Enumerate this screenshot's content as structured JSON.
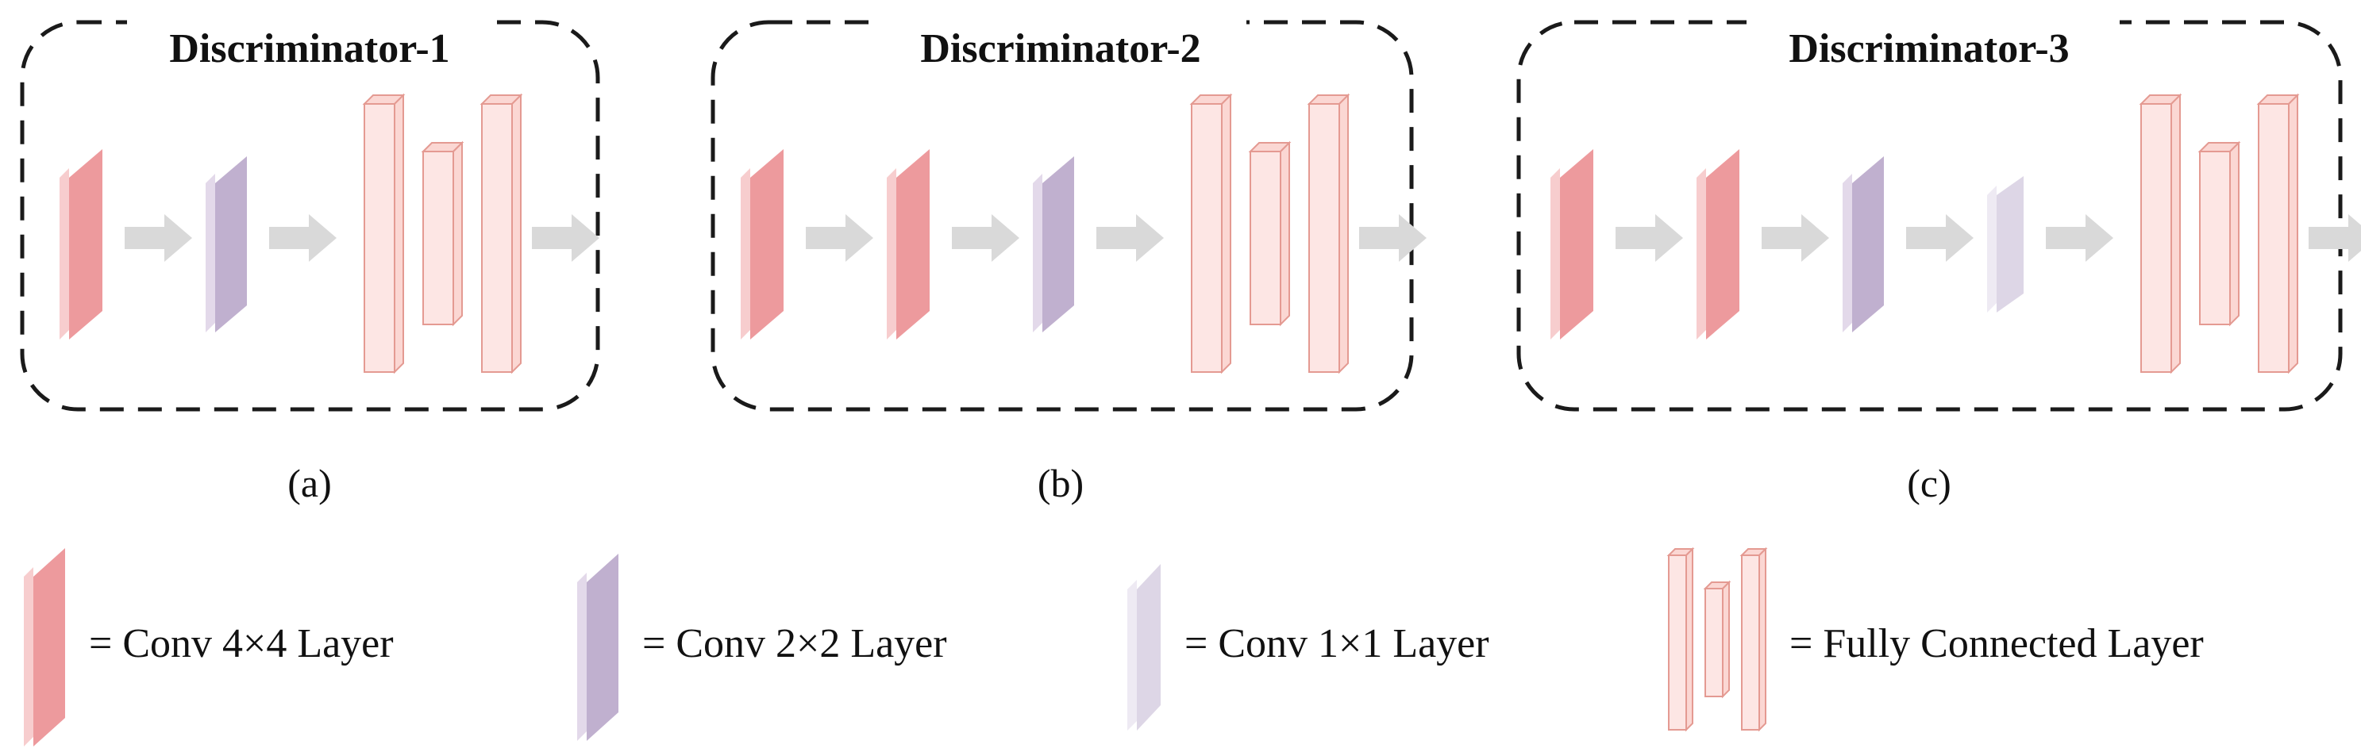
{
  "colors": {
    "conv4_front": "#ed9a9d",
    "conv4_side": "#f7cdce",
    "conv2_front": "#c0b0cf",
    "conv2_side": "#e3d9ea",
    "conv1_front": "#ddd6e6",
    "conv1_side": "#eeeaf3",
    "fc_fill": "#fde6e4",
    "fc_side": "#fbd7d3",
    "fc_stroke": "#e49a92",
    "arrow": "#d9d9d9",
    "border": "#1a1a1a"
  },
  "panels": [
    {
      "title": "Discriminator-1",
      "caption": "(a)",
      "sequence": [
        "conv4",
        "conv2",
        "fc"
      ]
    },
    {
      "title": "Discriminator-2",
      "caption": "(b)",
      "sequence": [
        "conv4",
        "conv4",
        "conv2",
        "fc"
      ]
    },
    {
      "title": "Discriminator-3",
      "caption": "(c)",
      "sequence": [
        "conv4",
        "conv4",
        "conv2",
        "conv1",
        "fc"
      ]
    }
  ],
  "legend": [
    {
      "type": "conv4",
      "label": "= Conv 4×4 Layer"
    },
    {
      "type": "conv2",
      "label": "= Conv 2×2 Layer"
    },
    {
      "type": "conv1",
      "label": "= Conv 1×1 Layer"
    },
    {
      "type": "fc",
      "label": "= Fully Connected Layer"
    }
  ]
}
